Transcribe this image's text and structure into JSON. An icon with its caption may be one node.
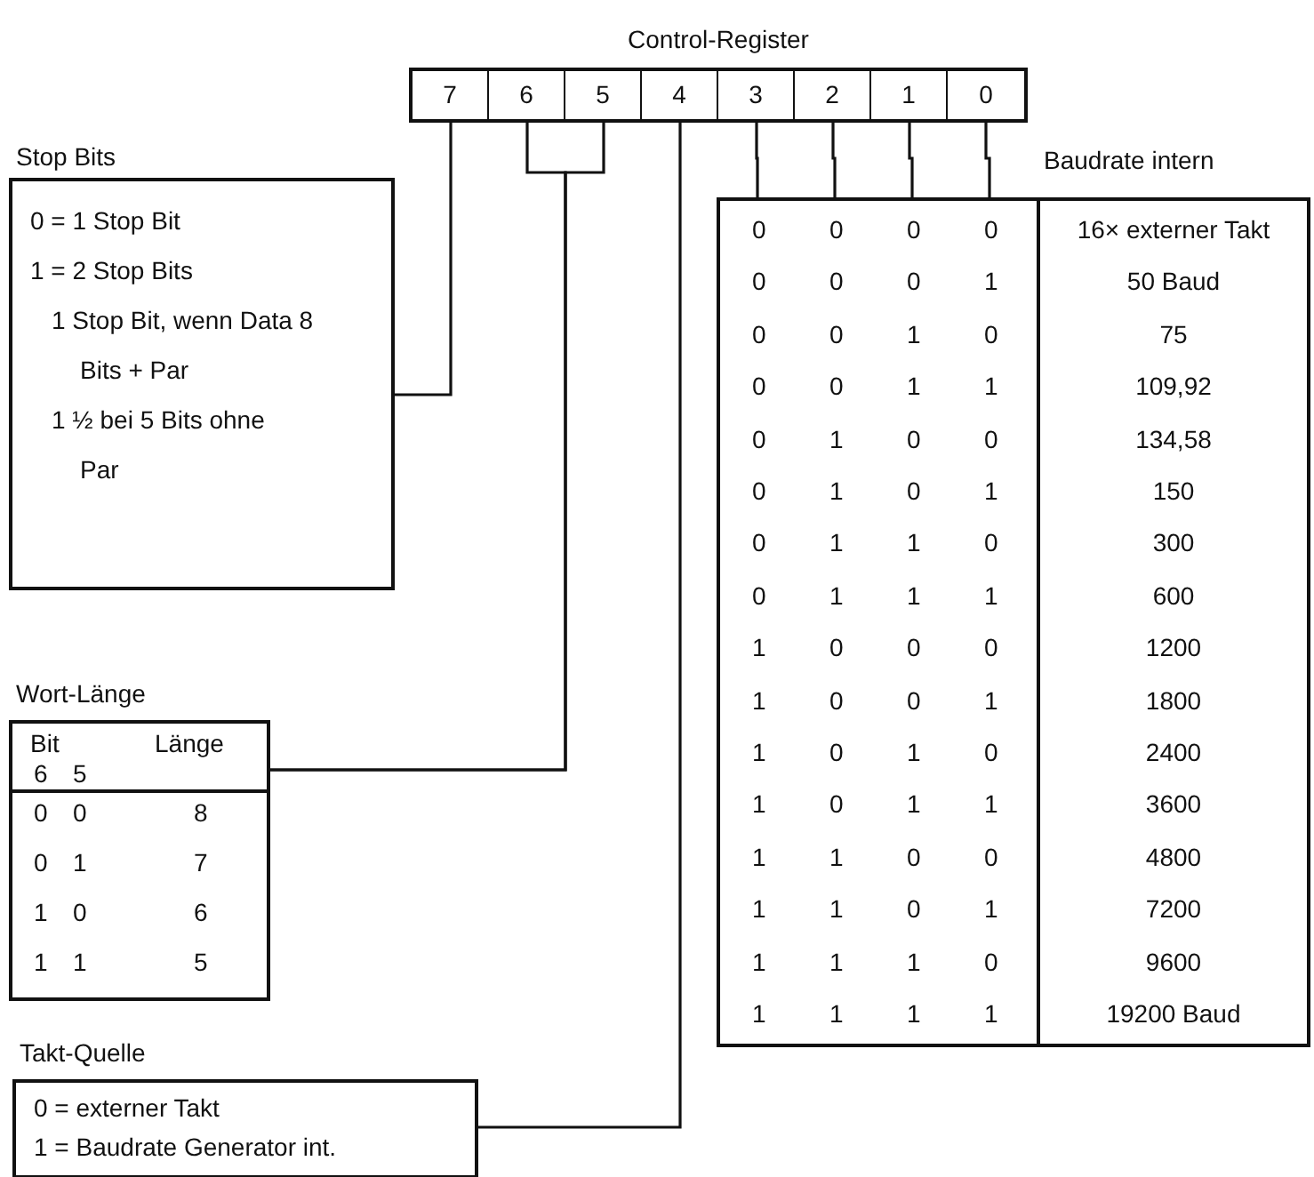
{
  "diagram": {
    "nodes": [
      {
        "text": [
          "Control-Register"
        ]
      },
      {
        "text": [
          "7"
        ],
        "in": 0
      },
      {
        "text": [
          "6"
        ],
        "in": 0
      },
      {
        "text": [
          "5"
        ],
        "in": 0
      },
      {
        "text": [
          "4"
        ],
        "in": 0
      },
      {
        "text": [
          "3"
        ],
        "in": 0
      },
      {
        "text": [
          "2"
        ],
        "in": 0
      },
      {
        "text": [
          "1"
        ],
        "in": 0
      },
      {
        "text": [
          "0"
        ],
        "in": 0
      },
      {
        "text": [
          "Stop Bits",
          "0 = 1 Stop Bit",
          "1 = 2 Stop Bits",
          "1 Stop Bit, wenn Data 8 Bits + Par",
          "1 ½ bei 5 Bits ohne Par"
        ]
      },
      {
        "text": [
          "Wort-Länge",
          "Bit",
          "Länge",
          "6",
          "5",
          "0",
          "0",
          "8",
          "0",
          "1",
          "7",
          "1",
          "0",
          "6",
          "1",
          "1",
          "5"
        ]
      },
      {
        "text": [
          "Takt-Quelle",
          "0 = externer Takt",
          "1 = Baudrate Generator int."
        ]
      },
      {
        "text": [
          "Baudrate intern",
          "0",
          "0",
          "0",
          "0",
          "16× externer Takt",
          "0",
          "0",
          "0",
          "1",
          "50 Baud",
          "0",
          "0",
          "1",
          "0",
          "75",
          "0",
          "0",
          "1",
          "1",
          "109,92",
          "0",
          "1",
          "0",
          "0",
          "134,58",
          "0",
          "1",
          "0",
          "1",
          "150",
          "0",
          "1",
          "1",
          "0",
          "300",
          "0",
          "1",
          "1",
          "1",
          "600",
          "1",
          "0",
          "0",
          "0",
          "1200",
          "1",
          "0",
          "0",
          "1",
          "1800",
          "1",
          "0",
          "1",
          "0",
          "2400",
          "1",
          "0",
          "1",
          "1",
          "3600",
          "1",
          "1",
          "0",
          "0",
          "4800",
          "1",
          "1",
          "0",
          "1",
          "7200",
          "1",
          "1",
          "1",
          "0",
          "9600",
          "1",
          "1",
          "1",
          "1",
          "19200 Baud"
        ]
      }
    ],
    "edges": [
      {
        "from": 1,
        "to": 9,
        "arrow": "none"
      },
      {
        "from": 2,
        "to": 10,
        "arrow": "none"
      },
      {
        "from": 3,
        "to": 10,
        "arrow": "none"
      },
      {
        "from": 4,
        "to": 11,
        "arrow": "none"
      },
      {
        "from": 5,
        "to": 12,
        "arrow": "none"
      },
      {
        "from": 6,
        "to": 12,
        "arrow": "none"
      },
      {
        "from": 7,
        "to": 12,
        "arrow": "none"
      },
      {
        "from": 8,
        "to": 12,
        "arrow": "none"
      }
    ]
  }
}
